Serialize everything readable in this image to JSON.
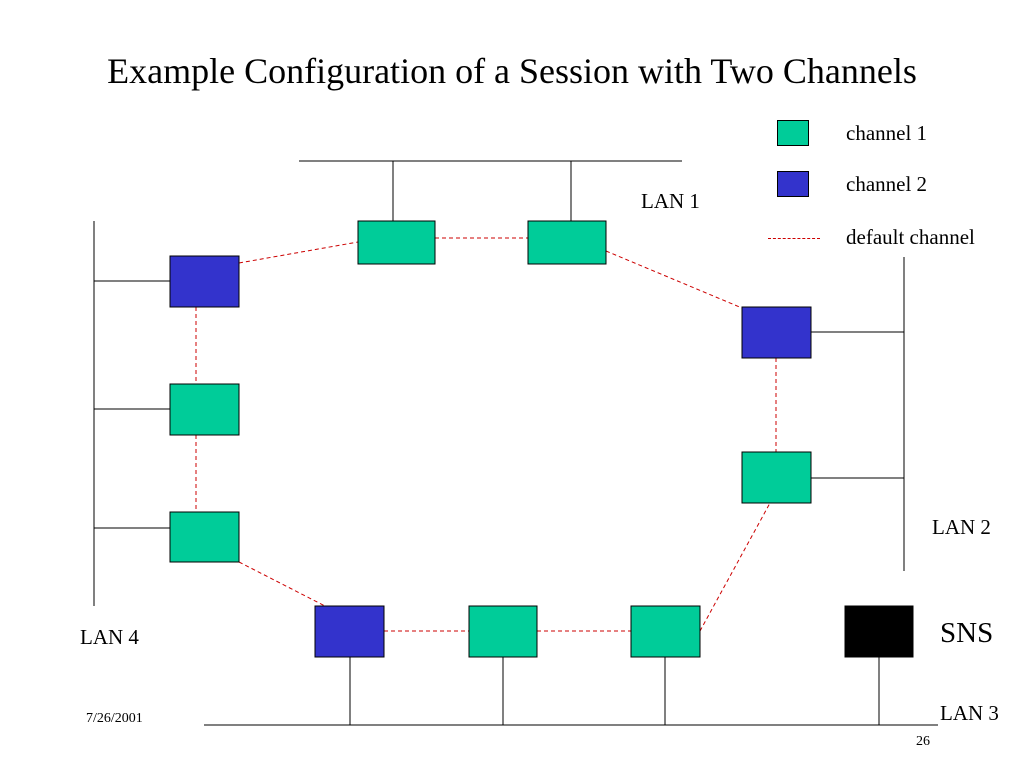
{
  "slide": {
    "title": "Example Configuration of a Session with Two Channels",
    "date": "7/26/2001",
    "page_number": "26"
  },
  "legend": {
    "items": [
      {
        "label": "channel 1",
        "color": "#00cc99"
      },
      {
        "label": "channel 2",
        "color": "#3333cc"
      },
      {
        "label": "default channel",
        "color": "#cc0000"
      }
    ]
  },
  "lans": {
    "lan1": "LAN 1",
    "lan2": "LAN 2",
    "lan3": "LAN 3",
    "lan4": "LAN 4"
  },
  "sns": {
    "label": "SNS",
    "color": "#000000"
  },
  "colors": {
    "channel1": "#00cc99",
    "channel2": "#3333cc",
    "default_channel": "#cc0000",
    "line": "#000000"
  }
}
